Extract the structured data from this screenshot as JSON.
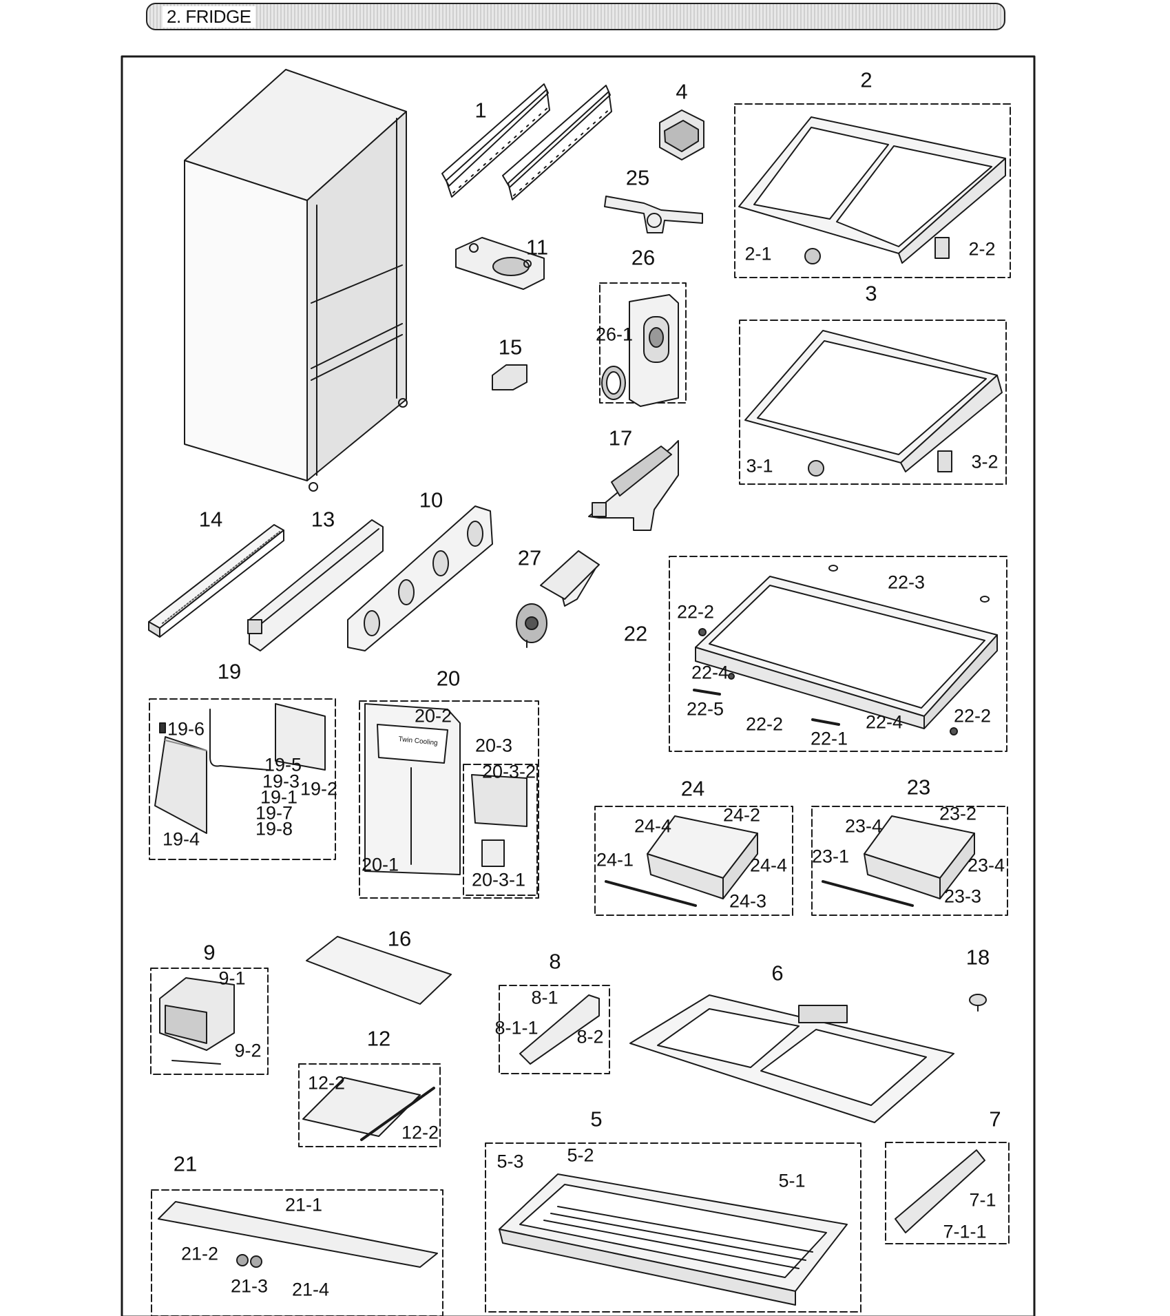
{
  "header": {
    "title": "2. FRIDGE"
  },
  "labels": {
    "1": "1",
    "2": "2",
    "2-1": "2-1",
    "2-2": "2-2",
    "3": "3",
    "3-1": "3-1",
    "3-2": "3-2",
    "4": "4",
    "5": "5",
    "5-1": "5-1",
    "5-2": "5-2",
    "5-3": "5-3",
    "6": "6",
    "7": "7",
    "7-1": "7-1",
    "7-1-1": "7-1-1",
    "8": "8",
    "8-1": "8-1",
    "8-1-1": "8-1-1",
    "8-2": "8-2",
    "9": "9",
    "9-1": "9-1",
    "9-2": "9-2",
    "10": "10",
    "11": "11",
    "12": "12",
    "12-2a": "12-2",
    "12-2b": "12-2",
    "13": "13",
    "14": "14",
    "15": "15",
    "16": "16",
    "17": "17",
    "18": "18",
    "19": "19",
    "19-1": "19-1",
    "19-2": "19-2",
    "19-3": "19-3",
    "19-4": "19-4",
    "19-5": "19-5",
    "19-6": "19-6",
    "19-7": "19-7",
    "19-8": "19-8",
    "20": "20",
    "20-1": "20-1",
    "20-2": "20-2",
    "20-3": "20-3",
    "20-3-1": "20-3-1",
    "20-3-2": "20-3-2",
    "21": "21",
    "21-1": "21-1",
    "21-2": "21-2",
    "21-3": "21-3",
    "21-4": "21-4",
    "22": "22",
    "22-1": "22-1",
    "22-2a": "22-2",
    "22-2b": "22-2",
    "22-2c": "22-2",
    "22-3": "22-3",
    "22-4a": "22-4",
    "22-4b": "22-4",
    "22-5": "22-5",
    "23": "23",
    "23-1": "23-1",
    "23-2": "23-2",
    "23-3": "23-3",
    "23-4a": "23-4",
    "23-4b": "23-4",
    "24": "24",
    "24-1": "24-1",
    "24-2": "24-2",
    "24-3": "24-3",
    "24-4a": "24-4",
    "24-4b": "24-4",
    "25": "25",
    "26": "26",
    "26-1": "26-1",
    "27": "27",
    "door-text": "Twin Cooling"
  }
}
